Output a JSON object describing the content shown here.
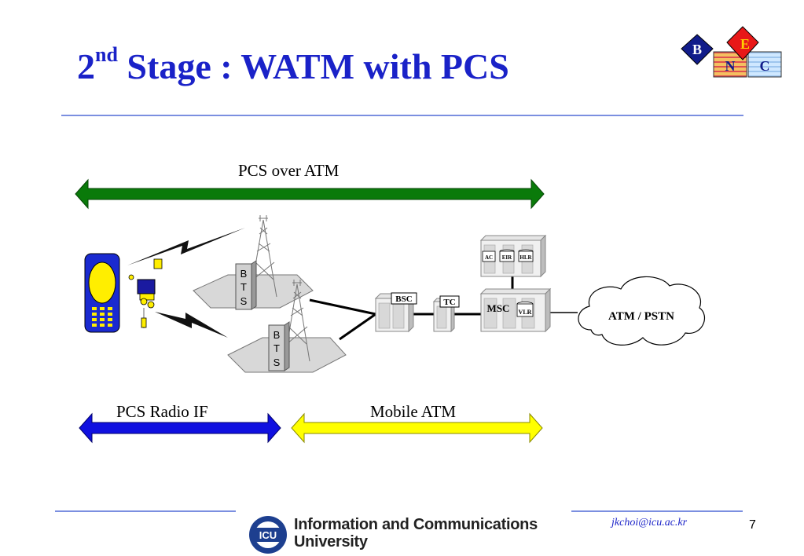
{
  "slide": {
    "title_main": "2",
    "title_sup": "nd",
    "title_rest": " Stage : WATM with PCS"
  },
  "bnec_logo": {
    "letters": [
      "B",
      "N",
      "E",
      "C"
    ]
  },
  "arrows": {
    "pcs_over_atm": "PCS over ATM",
    "pcs_radio_if": "PCS Radio IF",
    "mobile_atm": "Mobile ATM"
  },
  "nodes": {
    "bts_top": [
      "B",
      "T",
      "S"
    ],
    "bts_bottom": [
      "B",
      "T",
      "S"
    ],
    "bsc": "BSC",
    "tc": "TC",
    "msc": "MSC",
    "vlr": "VLR",
    "ac": "AC",
    "eir": "EIR",
    "hlr": "HLR",
    "cloud": "ATM / PSTN"
  },
  "colors": {
    "title": "#1a22c8",
    "green_arrow": "#0a7a0a",
    "blue_arrow": "#1010e0",
    "yellow_arrow": "#ffff00",
    "rule": "#7b8fe0"
  },
  "footer": {
    "logo_text": "ICU",
    "university_line1": "Information and Communications",
    "university_line2": "University",
    "email": "jkchoi@icu.ac.kr",
    "page": "7"
  }
}
